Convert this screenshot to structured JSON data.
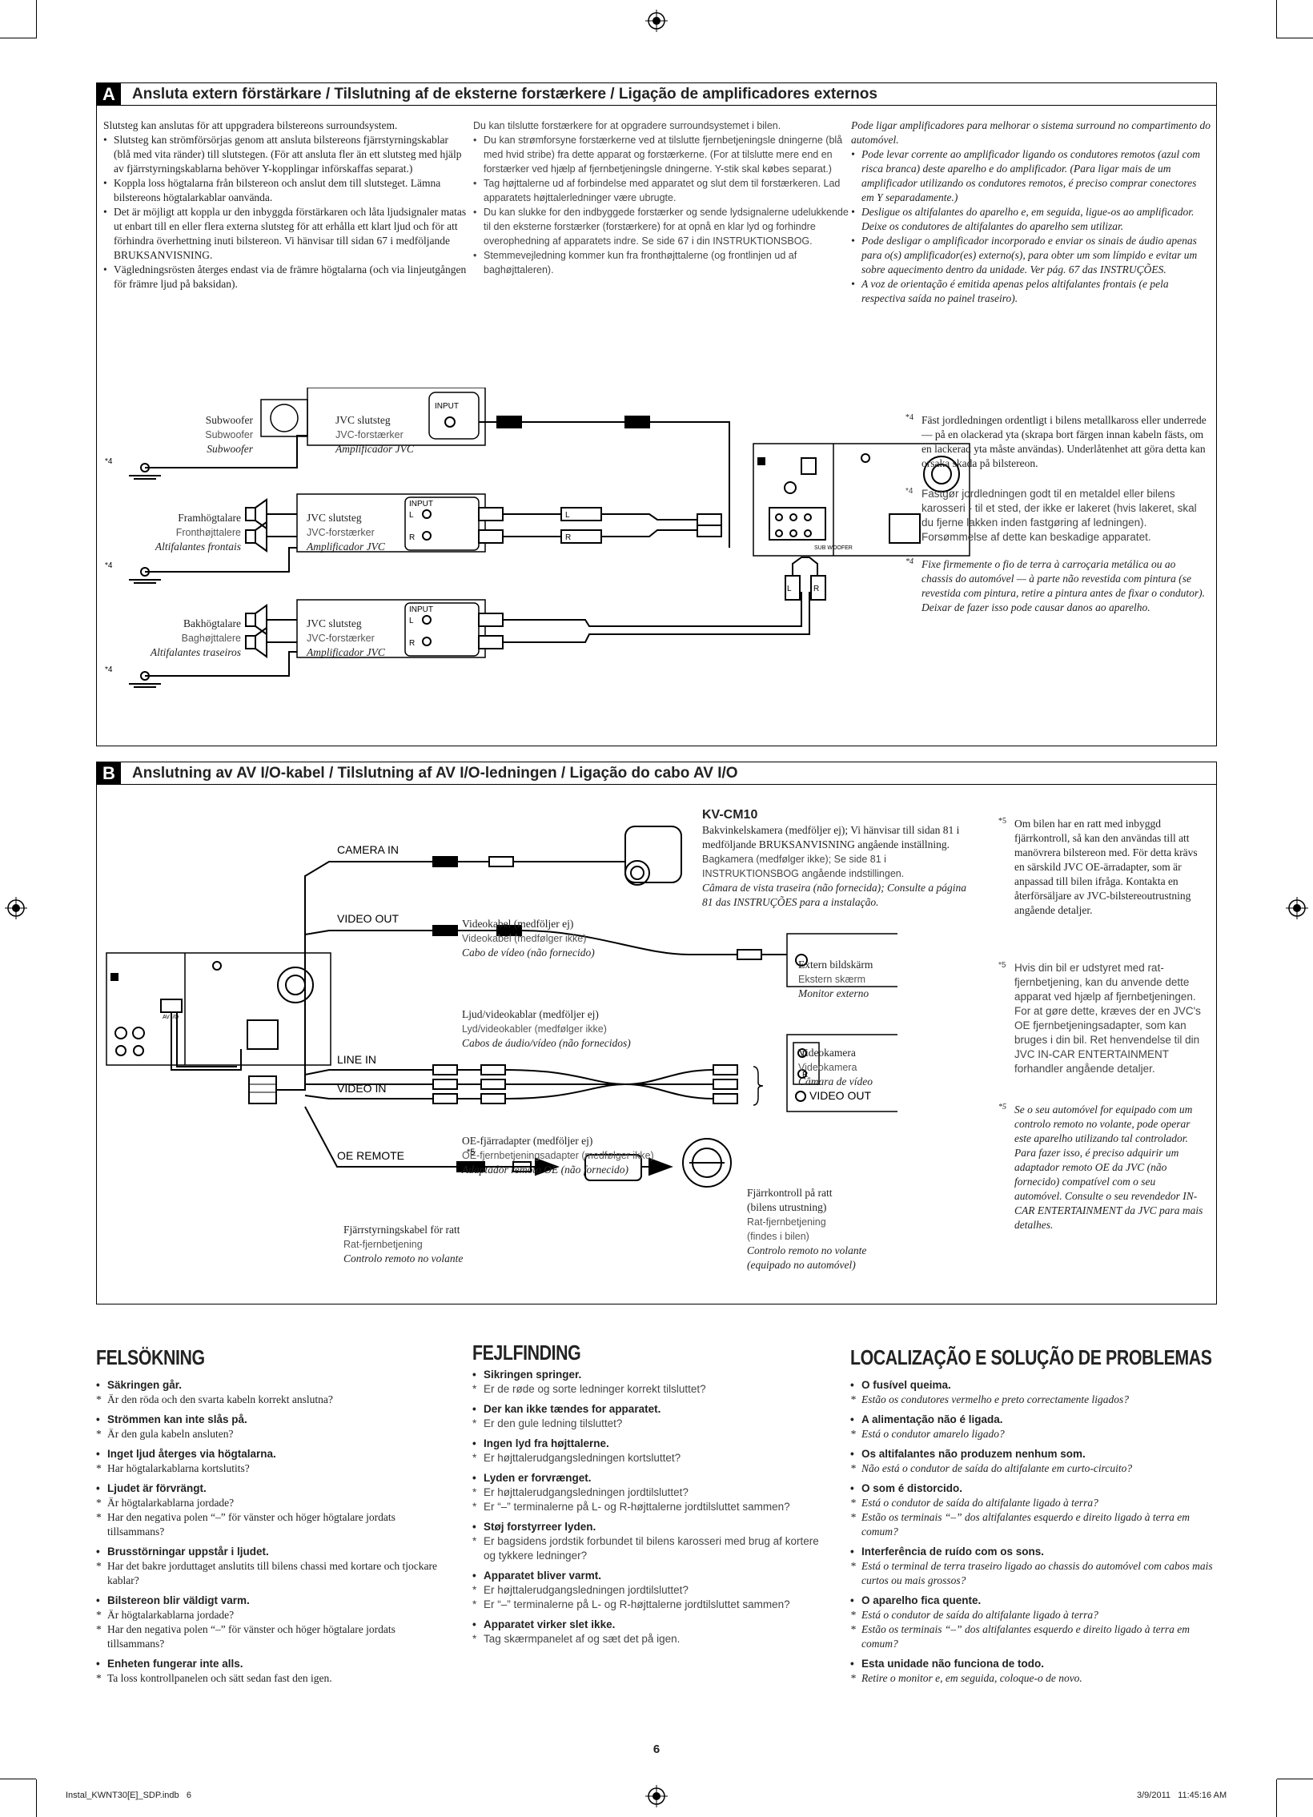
{
  "section_a": {
    "letter": "A",
    "title": "Ansluta extern förstärkare / Tilslutning af de eksterne forstærkere / Ligação de amplificadores externos",
    "sv_intro": "Slutsteg kan anslutas för att uppgradera bilstereons surroundsystem.",
    "sv_items": [
      "Slutsteg kan strömförsörjas genom att ansluta bilstereons fjärrstyrningskablar (blå med vita ränder) till slutstegen. (För att ansluta fler än ett slutsteg med hjälp av fjärrstyrningskablarna behöver Y-kopplingar införskaffas separat.)",
      "Koppla loss högtalarna från bilstereon och anslut dem till slutsteget. Lämna bilstereons högtalarkablar oanvända.",
      "Det är möjligt att koppla ur den inbyggda förstärkaren och låta ljudsignaler matas ut enbart till en eller flera externa slutsteg för att erhålla ett klart ljud och för att förhindra överhettning inuti bilstereon. Vi hänvisar till sidan 67 i medföljande BRUKSANVISNING.",
      "Vägledningsrösten återges endast via de främre högtalarna (och via linjeutgången för främre ljud på baksidan)."
    ],
    "da_intro": "Du kan tilslutte forstærkere for at opgradere surroundsystemet i bilen.",
    "da_items": [
      "Du kan strømforsyne forstærkerne ved at tilslutte fjernbetjeningsle dningerne (blå med hvid stribe) fra dette apparat og forstærkerne. (For at tilslutte mere end en forstærker ved hjælp af fjernbetjeningsle dningerne. Y-stik skal købes separat.)",
      "Tag højttalerne ud af forbindelse med apparatet og slut dem til forstærkeren. Lad apparatets højttalerledninger være ubrugte.",
      "Du kan slukke for den indbyggede forstærker og sende lydsignalerne udelukkende til den eksterne forstærker (forstærkere) for at opnå en klar lyd og forhindre overophedning af apparatets indre. Se side 67 i din INSTRUKTIONSBOG.",
      "Stemmevejledning kommer kun fra fronthøjttalerne (og frontlinjen ud af baghøjttaleren)."
    ],
    "pt_intro": "Pode ligar amplificadores para melhorar o sistema surround no compartimento do automóvel.",
    "pt_items": [
      "Pode levar corrente ao amplificador ligando os condutores remotos (azul com risca branca) deste aparelho e do amplificador. (Para ligar mais de um amplificador utilizando os condutores remotos, é preciso comprar conectores em Y separadamente.)",
      "Desligue os altifalantes do aparelho e, em seguida, ligue-os ao amplificador. Deixe os condutores de altifalantes do aparelho sem utilizar.",
      "Pode desligar o amplificador incorporado e enviar os sinais de áudio apenas para o(s) amplificador(es) externo(s), para obter um som límpido e evitar um sobre aquecimento dentro da unidade. Ver pág. 67 das INSTRUÇÕES.",
      "A voz de orientação é emitida apenas pelos altifalantes frontais (e pela respectiva saída no painel traseiro)."
    ],
    "diagram": {
      "subwoofer": [
        "Subwoofer",
        "Subwoofer",
        "Subwoofer"
      ],
      "front": [
        "Framhögtalare",
        "Fronthøjttalere",
        "Altifalantes frontais"
      ],
      "rear": [
        "Bakhögtalare",
        "Baghøjttalere",
        "Altifalantes traseiros"
      ],
      "amp": [
        "JVC slutsteg",
        "JVC-forstærker",
        "Amplificador JVC"
      ],
      "input": "INPUT",
      "l": "L",
      "r": "R",
      "ground_mark": "*4",
      "sub_woofer_label": "SUB WOOFER",
      "footnote_mark": "*4"
    },
    "notes": [
      "Fäst jordledningen ordentligt i bilens metallkaross eller underrede — på en olackerad yta (skrapa bort färgen innan kabeln fästs, om en lackerad yta måste användas). Underlåtenhet att göra detta kan orsaka skada på bilstereon.",
      "Fastgør jordledningen godt til en metaldel eller bilens karosseri - til et sted, der ikke er lakeret (hvis lakeret, skal du fjerne lakken inden fastgøring af ledningen). Forsømmelse af dette kan beskadige apparatet.",
      "Fixe firmemente o fio de terra à carroçaria metálica ou ao chassis do automóvel — à parte não revestida com pintura (se revestida com pintura, retire a pintura antes de fixar o condutor). Deixar de fazer isso pode causar danos ao aparelho."
    ]
  },
  "section_b": {
    "letter": "B",
    "title": "Anslutning av AV I/O-kabel / Tilslutning af AV I/O-ledningen / Ligação do cabo AV I/O",
    "kv_title": "KV-CM10",
    "kv_sv": "Bakvinkelskamera (medföljer ej); Vi hänvisar till sidan 81 i medföljande BRUKSANVISNING angående inställning.",
    "kv_da": "Bagkamera (medfølger ikke); Se side 81 i INSTRUKTIONSBOG angående indstillingen.",
    "kv_pt": "Câmara de vista traseira (não fornecida); Consulte a página 81 das INSTRUÇÕES para a instalação.",
    "camera_in": "CAMERA IN",
    "video_out": "VIDEO OUT",
    "line_in": "LINE IN",
    "video_in": "VIDEO IN",
    "oe_remote": "OE REMOTE",
    "avio": "AV I/O",
    "videokabel": [
      "Videokabel (medföljer ej)",
      "Videokabel (medfølger ikke)",
      "Cabo de vídeo (não fornecido)"
    ],
    "monitor": [
      "Extern bildskärm",
      "Ekstern skærm",
      "Monitor externo"
    ],
    "ljud": [
      "Ljud/videokablar (medföljer ej)",
      "Lyd/videokabler (medfølger ikke)",
      "Cabos de áudio/vídeo (não fornecidos)"
    ],
    "camcorder": [
      "Videokamera",
      "Videokamera",
      "Câmara de vídeo"
    ],
    "cam_video_out": "VIDEO OUT",
    "oe_adapter": [
      "OE-fjärradapter (medföljer ej)",
      "OE-fjernbetjeningsadapter (medfølger ikke)",
      "Adaptador remoto OE (não fornecido)"
    ],
    "remote_cable": [
      "Fjärrstyrningskabel för ratt",
      "Rat-fjernbetjening",
      "Controlo remoto no volante"
    ],
    "wheel": [
      "Fjärrkontroll på ratt",
      "(bilens utrustning)",
      "Rat-fjernbetjening",
      "(findes i bilen)",
      "Controlo remoto no volante",
      "(equipado no automóvel)"
    ],
    "mark5": "*5",
    "notes": [
      "Om bilen har en ratt med inbyggd fjärrkontroll, så kan den användas till att manövrera bilstereon med. För detta krävs en särskild JVC OE-ärradapter, som är anpassad till bilen ifråga. Kontakta en återförsäljare av JVC-bilstereoutrustning angående detaljer.",
      "Hvis din bil er udstyret med rat-fjernbetjening, kan du anvende dette apparat ved hjælp af fjernbetjeningen. For at gøre dette, kræves der en JVC's OE fjernbetjeningsadapter, som kan bruges i din bil. Ret henvendelse til din JVC IN-CAR ENTERTAINMENT forhandler angående detaljer.",
      "Se o seu automóvel for equipado com um controlo remoto no volante, pode operar este aparelho utilizando tal controlador. Para fazer isso, é preciso adquirir um adaptador remoto OE da JVC (não fornecido) compatível com o seu automóvel. Consulte o seu revendedor IN-CAR ENTERTAINMENT da JVC para mais detalhes."
    ]
  },
  "troubleshooting": {
    "sv": {
      "title": "FELSÖKNING",
      "items": [
        {
          "q": "Säkringen går.",
          "a": [
            "Är den röda och den svarta kabeln korrekt anslutna?"
          ]
        },
        {
          "q": "Strömmen kan inte slås på.",
          "a": [
            "Är den gula kabeln ansluten?"
          ]
        },
        {
          "q": "Inget ljud återges via högtalarna.",
          "a": [
            "Har högtalarkablarna kortslutits?"
          ]
        },
        {
          "q": "Ljudet är förvrängt.",
          "a": [
            "Är högtalarkablarna jordade?",
            "Har den negativa polen “–” för vänster och höger högtalare jordats tillsammans?"
          ]
        },
        {
          "q": "Brusstörningar uppstår i ljudet.",
          "a": [
            "Har det bakre jorduttaget anslutits till bilens chassi med kortare och tjockare kablar?"
          ]
        },
        {
          "q": "Bilstereon blir väldigt varm.",
          "a": [
            "Är högtalarkablarna jordade?",
            "Har den negativa polen “–” för vänster och höger högtalare jordats tillsammans?"
          ]
        },
        {
          "q": "Enheten fungerar inte alls.",
          "a": [
            "Ta loss kontrollpanelen och sätt sedan fast den igen."
          ]
        }
      ]
    },
    "da": {
      "title": "FEJLFINDING",
      "items": [
        {
          "q": "Sikringen springer.",
          "a": [
            "Er de røde og sorte ledninger korrekt tilsluttet?"
          ]
        },
        {
          "q": "Der kan ikke tændes for apparatet.",
          "a": [
            "Er den gule ledning tilsluttet?"
          ]
        },
        {
          "q": "Ingen lyd fra højttalerne.",
          "a": [
            "Er højttalerudgangsledningen kortsluttet?"
          ]
        },
        {
          "q": "Lyden er forvrænget.",
          "a": [
            "Er højttalerudgangsledningen jordtilsluttet?",
            "Er “–” terminalerne på L- og R-højttalerne jordtilsluttet sammen?"
          ]
        },
        {
          "q": "Støj forstyrreer lyden.",
          "a": [
            "Er bagsidens jordstik forbundet til bilens karosseri med brug af kortere og tykkere ledninger?"
          ]
        },
        {
          "q": "Apparatet bliver varmt.",
          "a": [
            "Er højttalerudgangsledningen jordtilsluttet?",
            "Er “–” terminalerne på L- og R-højttalerne jordtilsluttet sammen?"
          ]
        },
        {
          "q": "Apparatet virker slet ikke.",
          "a": [
            "Tag skærmpanelet af og sæt det på igen."
          ]
        }
      ]
    },
    "pt": {
      "title": "LOCALIZAÇÃO E SOLUÇÃO DE PROBLEMAS",
      "items": [
        {
          "q": "O fusível queima.",
          "a": [
            "Estão os condutores vermelho e preto correctamente ligados?"
          ]
        },
        {
          "q": "A alimentação não é ligada.",
          "a": [
            "Está o condutor amarelo ligado?"
          ]
        },
        {
          "q": "Os altifalantes não produzem nenhum som.",
          "a": [
            "Não está o condutor de saída do altifalante em curto-circuito?"
          ]
        },
        {
          "q": "O som é distorcido.",
          "a": [
            "Está o condutor de saída do altifalante ligado à terra?",
            "Estão os terminais “–” dos altifalantes esquerdo e direito ligado à terra em comum?"
          ]
        },
        {
          "q": "Interferência de ruído com os sons.",
          "a": [
            "Está o terminal de terra traseiro ligado ao chassis do automóvel com cabos mais curtos ou mais grossos?"
          ]
        },
        {
          "q": "O aparelho fica quente.",
          "a": [
            "Está o condutor de saída do altifalante ligado à terra?",
            "Estão os terminais “–” dos altifalantes esquerdo e direito ligado à terra em comum?"
          ]
        },
        {
          "q": "Esta unidade não funciona de todo.",
          "a": [
            "Retire o monitor e, em seguida, coloque-o de novo."
          ]
        }
      ]
    }
  },
  "page_number": "6",
  "footer_left": "Instal_KWNT30[E]_SDP.indb   6",
  "footer_right": "3/9/2011   11:45:16 AM"
}
